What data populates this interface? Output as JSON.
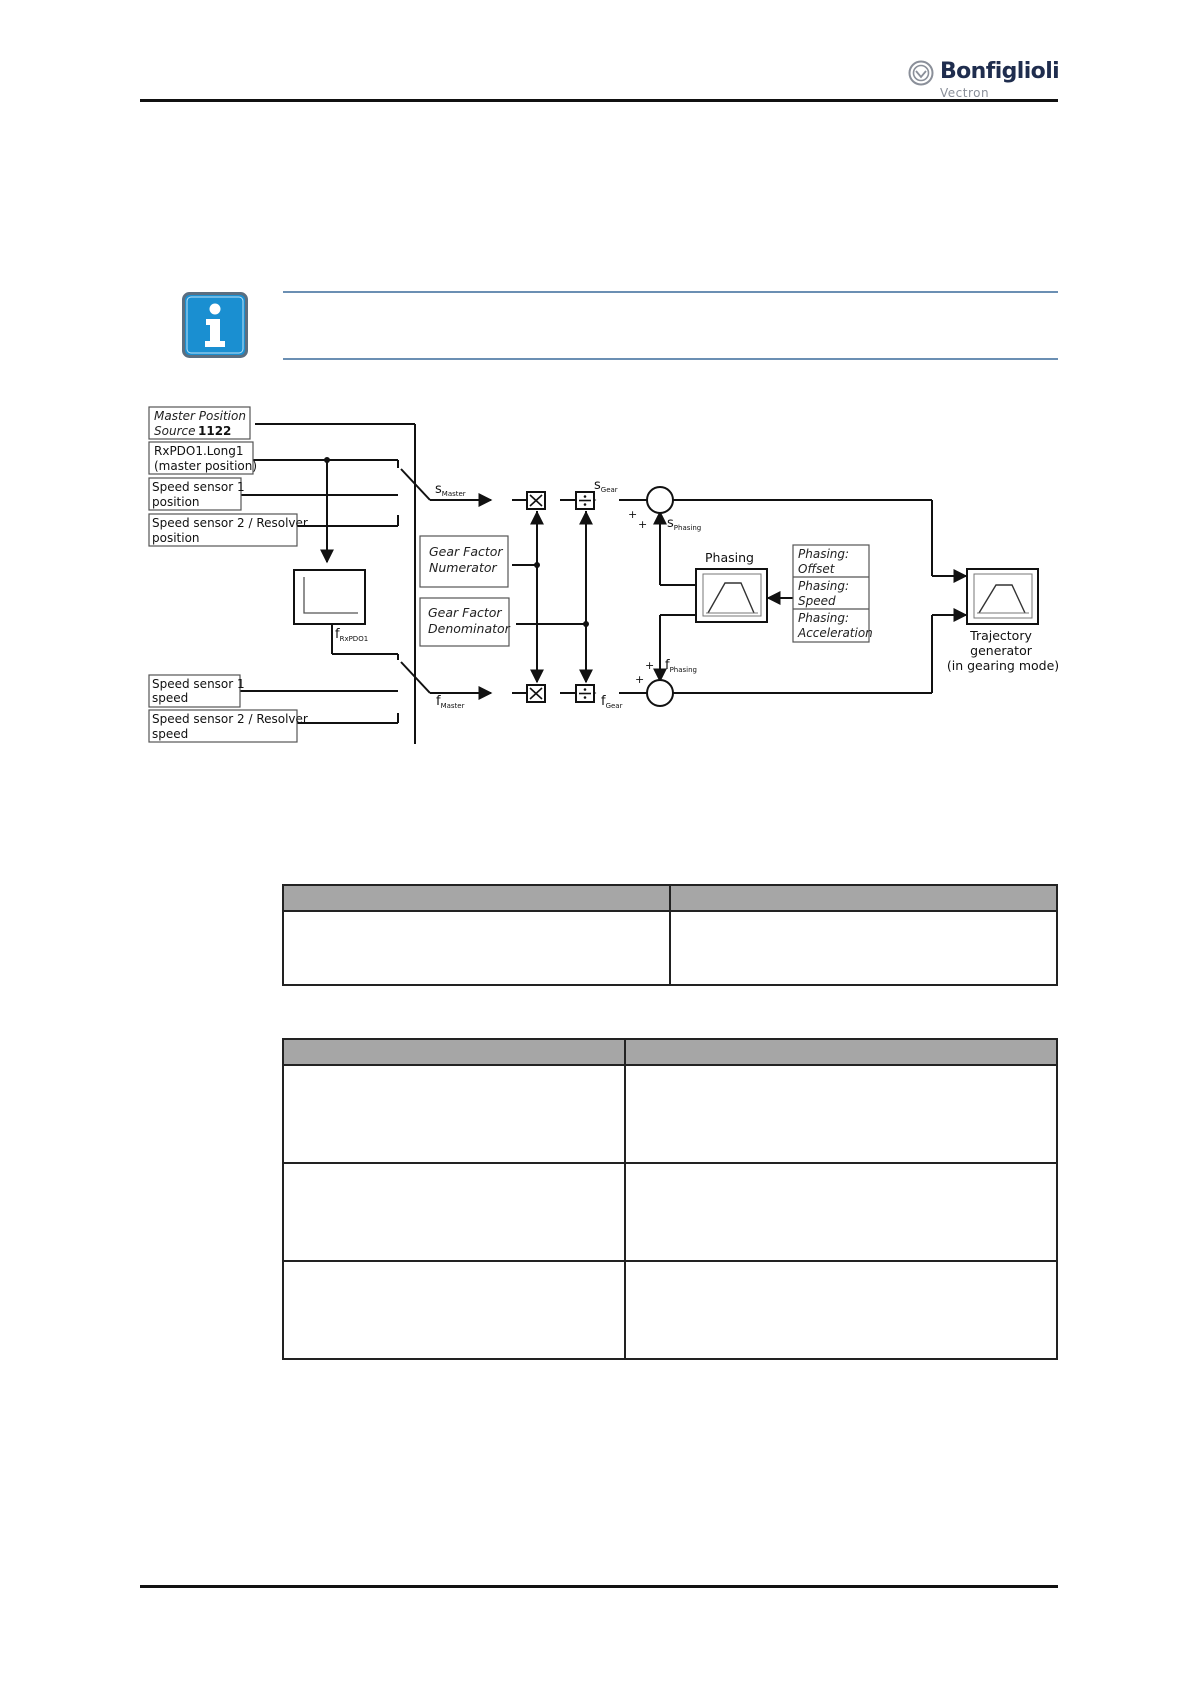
{
  "header": {
    "brand": "Bonfiglioli",
    "sub_brand": "Vectron"
  },
  "icons": {
    "info": "info-icon",
    "logo": "bonfiglioli-logo-icon"
  },
  "colors": {
    "info_blue": "#1a8fd1",
    "info_rule": "#6b8fb3",
    "brand_navy": "#1f2d4e",
    "table_header": "#a6a6a6"
  },
  "diagram": {
    "master_position_source": [
      "Master Position",
      "Source"
    ],
    "master_position_param": "1122",
    "inputs_position": [
      [
        "RxPDO1.Long1",
        "(master position)"
      ],
      [
        "Speed sensor 1",
        "position"
      ],
      [
        "Speed sensor 2 / Resolver",
        "position"
      ]
    ],
    "inputs_speed": [
      [
        "Speed sensor 1",
        "speed"
      ],
      [
        "Speed sensor 2 / Resolver",
        "speed"
      ]
    ],
    "gear_factor_numerator": [
      "Gear Factor",
      "Numerator"
    ],
    "gear_factor_denominator": [
      "Gear Factor",
      "Denominator"
    ],
    "phasing_label": "Phasing",
    "phasing_params": [
      [
        "Phasing:",
        "Offset"
      ],
      [
        "Phasing:",
        "Speed"
      ],
      [
        "Phasing:",
        "Acceleration"
      ]
    ],
    "trajectory": [
      "Trajectory",
      "generator",
      "(in gearing mode)"
    ],
    "signals": {
      "s_master": {
        "base": "s",
        "sub": "Master"
      },
      "s_gear": {
        "base": "s",
        "sub": "Gear"
      },
      "s_phasing": {
        "base": "s",
        "sub": "Phasing"
      },
      "f_rxpdo1": {
        "base": "f",
        "sub": "RxPDO1"
      },
      "f_master": {
        "base": "f",
        "sub": "Master"
      },
      "f_gear": {
        "base": "f",
        "sub": "Gear"
      },
      "f_phasing": {
        "base": "f",
        "sub": "Phasing"
      }
    },
    "plus": "+"
  },
  "tables": {
    "table1": {
      "headers": [
        "",
        ""
      ],
      "rows": [
        [
          "",
          ""
        ]
      ]
    },
    "table2": {
      "headers": [
        "",
        ""
      ],
      "rows": [
        [
          "",
          ""
        ],
        [
          "",
          ""
        ],
        [
          "",
          ""
        ]
      ]
    }
  }
}
